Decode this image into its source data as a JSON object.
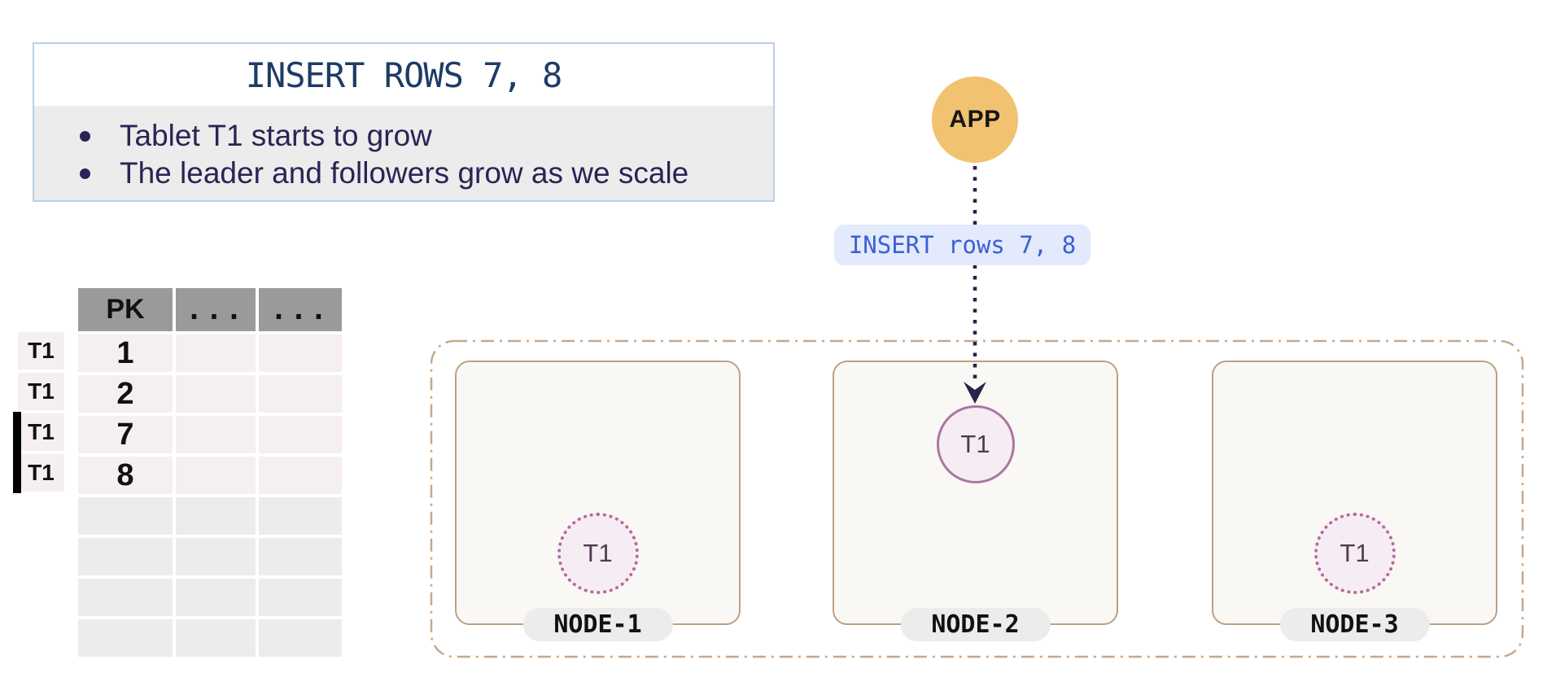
{
  "info_box": {
    "title": "INSERT ROWS 7, 8",
    "bullets": [
      "Tablet T1 starts to grow",
      "The leader and followers grow as we scale"
    ]
  },
  "app": {
    "label": "APP"
  },
  "insert_label": {
    "text": "INSERT rows 7, 8"
  },
  "table": {
    "headers": [
      "PK",
      "...",
      "..."
    ],
    "rows": [
      {
        "tablet": "T1",
        "pk": "1",
        "new": false
      },
      {
        "tablet": "T1",
        "pk": "2",
        "new": false
      },
      {
        "tablet": "T1",
        "pk": "7",
        "new": true
      },
      {
        "tablet": "T1",
        "pk": "8",
        "new": true
      }
    ],
    "empty_row_count": 4
  },
  "cluster": {
    "nodes": [
      {
        "name": "NODE-1",
        "tablet": {
          "label": "T1",
          "role": "follower"
        }
      },
      {
        "name": "NODE-2",
        "tablet": {
          "label": "T1",
          "role": "leader"
        }
      },
      {
        "name": "NODE-3",
        "tablet": {
          "label": "T1",
          "role": "follower"
        }
      }
    ]
  },
  "colors": {
    "title_text": "#1d3c66",
    "bullet_text": "#2a2454",
    "info_border": "#b9cfe8",
    "gray_panel": "#ececec",
    "table_header_bg": "#9a9a9a",
    "data_row_bg": "#f6efef",
    "new_row_marker": "#000000",
    "app_fill": "#f1c26f",
    "query_label_bg": "#e2eafb",
    "query_label_text": "#3c5fd3",
    "arrow": "#28234a",
    "cluster_border": "#c6a88c",
    "node_border": "#bda084",
    "node_bg": "#faf8f4",
    "tablet_fill": "#f5edf3",
    "tablet_leader_border": "#aa76a0",
    "tablet_follower_border": "#b3679c",
    "tablet_text": "#533b51"
  }
}
